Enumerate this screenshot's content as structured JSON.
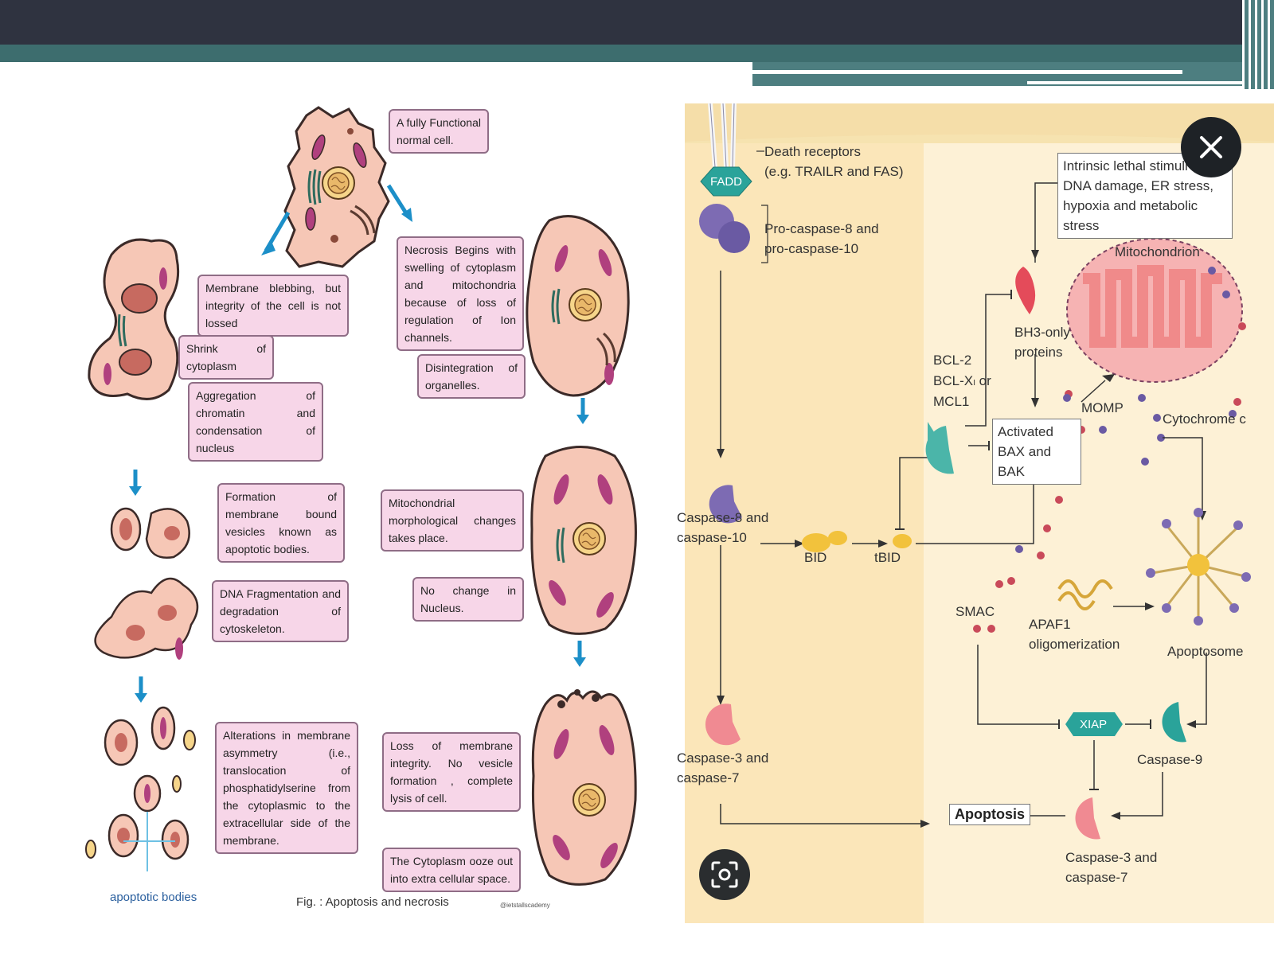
{
  "left_figure": {
    "normal_cell": "A fully Functional normal cell.",
    "membrane_blebbing": "Membrane blebbing, but integrity of the cell is not lossed",
    "shrink": "Shrink of cytoplasm",
    "aggregation": "Aggregation of chromatin and condensation of nucleus",
    "formation": "Formation of membrane bound vesicles known as apoptotic bodies.",
    "dna_fragmentation": "DNA Fragmentation and degradation of cytoskeleton.",
    "alterations": "Alterations in membrane asymmetry (i.e., translocation of phosphatidylserine from the cytoplasmic to the extracellular side of the membrane.",
    "necrosis_begins": "Necrosis Begins with swelling of cytoplasm and mitochondria because of loss of regulation of Ion channels.",
    "disintegration": "Disintegration of organelles.",
    "mito_changes": "Mitochondrial morphological changes takes place.",
    "no_change": "No change in Nucleus.",
    "loss_integrity": "Loss of membrane integrity. No vesicle formation , complete lysis of cell.",
    "cytoplasm_ooze": "The Cytoplasm ooze out into extra cellular space.",
    "apoptotic_bodies_label": "apoptotic bodies",
    "fig_caption": "Fig. : Apoptosis and necrosis",
    "watermark": "@ietstallscademy"
  },
  "right_figure": {
    "death_receptors_1": "Death receptors",
    "death_receptors_2": "(e.g. TRAILR and FAS)",
    "fadd": "FADD",
    "procaspase_1": "Pro-caspase-8 and",
    "procaspase_2": "pro-caspase-10",
    "intrinsic_1": "Intrinsic lethal stimuli",
    "intrinsic_2": "DNA damage, ER stress,",
    "intrinsic_3": "hypoxia and metabolic stress",
    "mitochondrion": "Mitochondrion",
    "bh3_1": "BH3-only",
    "bh3_2": "proteins",
    "bcl2_1": "BCL-2",
    "bcl2_2": "BCL-Xₗ or",
    "bcl2_3": "MCL1",
    "activated_1": "Activated",
    "activated_2": "BAX and BAK",
    "momp": "MOMP",
    "cytochrome": "Cytochrome c",
    "caspase8_1": "Caspase-8 and",
    "caspase8_2": "caspase-10",
    "bid": "BID",
    "tbid": "tBID",
    "smac": "SMAC",
    "apaf_1": "APAF1",
    "apaf_2": "oligomerization",
    "apoptosome": "Apoptosome",
    "xiap": "XIAP",
    "caspase9": "Caspase-9",
    "caspase3a_1": "Caspase-3 and",
    "caspase3a_2": "caspase-7",
    "caspase3b_1": "Caspase-3 and",
    "caspase3b_2": "caspase-7",
    "apoptosis": "Apoptosis"
  },
  "overlay": {
    "close_icon": "close-icon",
    "scan_icon": "lens-scan-icon"
  },
  "colors": {
    "header": "#2f3340",
    "band": "#3d6d6e",
    "callout_fill": "#f7d6e8",
    "panel_left_bg": "#fbe6b9",
    "panel_right_bg": "#fdf1d6",
    "teal": "#2aa39a",
    "pink": "#f08a92",
    "purple": "#7d6bb3"
  }
}
